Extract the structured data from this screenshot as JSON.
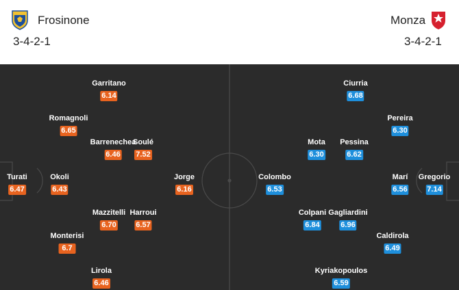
{
  "home": {
    "name": "Frosinone",
    "formation": "3-4-2-1",
    "crest_icon": "frosinone-crest-icon",
    "rating_color": "#e8631f",
    "players": [
      {
        "name": "Turati",
        "rating": "6.47"
      },
      {
        "name": "Okoli",
        "rating": "6.43"
      },
      {
        "name": "Romagnoli",
        "rating": "6.65"
      },
      {
        "name": "Monterisi",
        "rating": "6.7"
      },
      {
        "name": "Garritano",
        "rating": "6.14"
      },
      {
        "name": "Barrenechea",
        "rating": "6.46"
      },
      {
        "name": "Mazzitelli",
        "rating": "6.70"
      },
      {
        "name": "Lirola",
        "rating": "6.46"
      },
      {
        "name": "Soulé",
        "rating": "7.52"
      },
      {
        "name": "Harroui",
        "rating": "6.57"
      },
      {
        "name": "Jorge",
        "rating": "6.16"
      }
    ]
  },
  "away": {
    "name": "Monza",
    "formation": "3-4-2-1",
    "crest_icon": "monza-crest-icon",
    "rating_color": "#1e8fdc",
    "players": [
      {
        "name": "Gregorio",
        "rating": "7.14"
      },
      {
        "name": "Marí",
        "rating": "6.56"
      },
      {
        "name": "Pereira",
        "rating": "6.30"
      },
      {
        "name": "Caldirola",
        "rating": "6.49"
      },
      {
        "name": "Ciurria",
        "rating": "6.68"
      },
      {
        "name": "Pessina",
        "rating": "6.62"
      },
      {
        "name": "Gagliardini",
        "rating": "6.96"
      },
      {
        "name": "Kyriakopoulos",
        "rating": "6.59"
      },
      {
        "name": "Mota",
        "rating": "6.30"
      },
      {
        "name": "Colpani",
        "rating": "6.84"
      },
      {
        "name": "Colombo",
        "rating": "6.53"
      }
    ]
  }
}
